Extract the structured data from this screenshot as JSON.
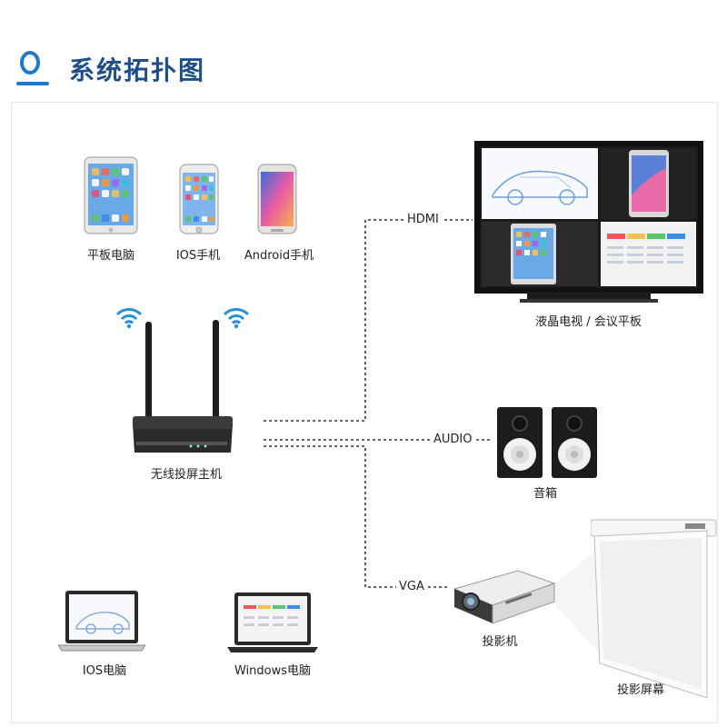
{
  "title": "系统拓扑图",
  "devices": {
    "tablet": "平板电脑",
    "ios_phone": "IOS手机",
    "android_phone": "Android手机",
    "host": "无线投屏主机",
    "tv": "液晶电视 / 会议平板",
    "speakers": "音箱",
    "projector": "投影机",
    "screen": "投影屏幕",
    "ios_pc": "IOS电脑",
    "windows_pc": "Windows电脑"
  },
  "connections": {
    "hdmi": "HDMI",
    "audio": "AUDIO",
    "vga": "VGA"
  },
  "colors": {
    "accent": "#1f78c8",
    "title": "#1e4f8a",
    "wifi": "#2a8fd6"
  }
}
